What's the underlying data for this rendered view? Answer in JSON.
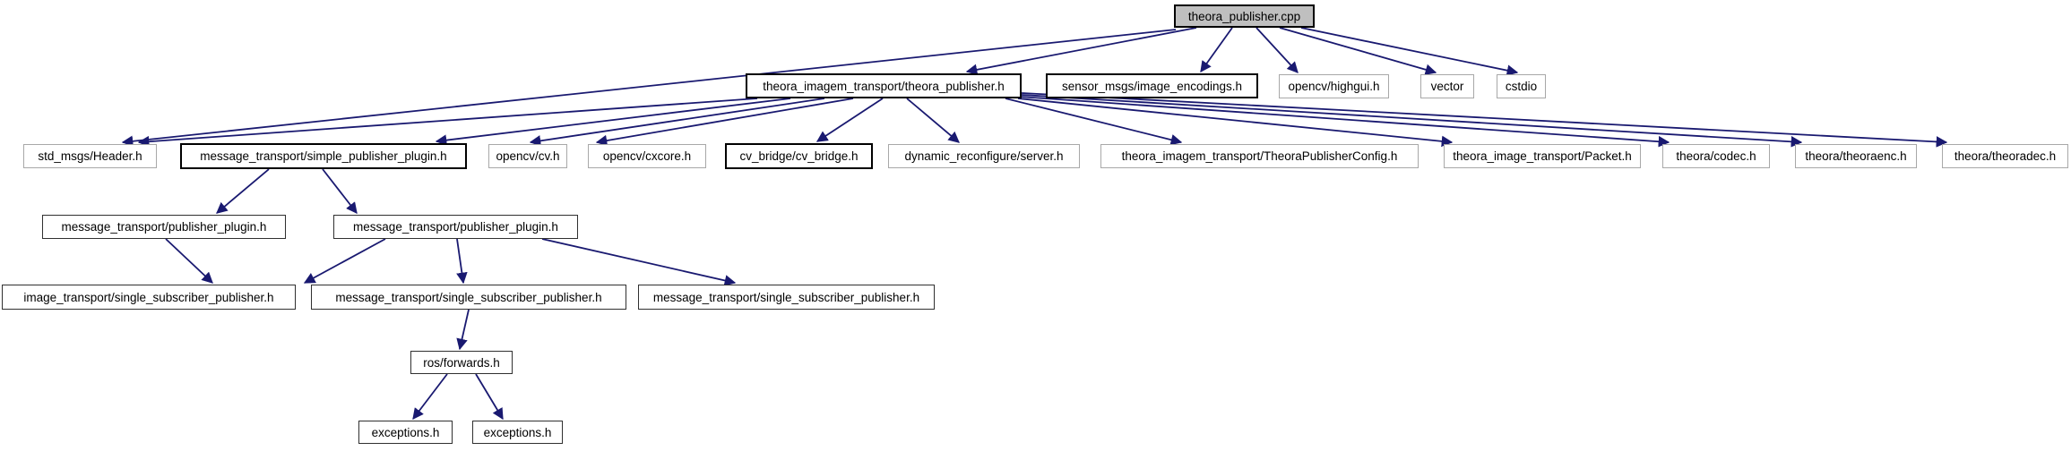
{
  "diagram": {
    "kind": "include-dependency-graph",
    "root_file": "theora_publisher.cpp",
    "colors": {
      "edge": "#191970",
      "root_fill": "#bfbfbf",
      "bold_border": "#000000",
      "plain_border": "#a8a8a8",
      "background": "#ffffff"
    },
    "nodes": [
      {
        "id": "cpp",
        "label": "theora_publisher.cpp"
      },
      {
        "id": "tpub_h",
        "label": "theora_imagem_transport/theora_publisher.h"
      },
      {
        "id": "img_enc",
        "label": "sensor_msgs/image_encodings.h"
      },
      {
        "id": "highgui",
        "label": "opencv/highgui.h"
      },
      {
        "id": "vector",
        "label": "vector"
      },
      {
        "id": "cstdio",
        "label": "cstdio"
      },
      {
        "id": "header_h",
        "label": "std_msgs/Header.h"
      },
      {
        "id": "simple_pub",
        "label": "message_transport/simple_publisher_plugin.h"
      },
      {
        "id": "cv_h",
        "label": "opencv/cv.h"
      },
      {
        "id": "cxcore",
        "label": "opencv/cxcore.h"
      },
      {
        "id": "cv_bridge",
        "label": "cv_bridge/cv_bridge.h"
      },
      {
        "id": "server",
        "label": "dynamic_reconfigure/server.h"
      },
      {
        "id": "config",
        "label": "theora_imagem_transport/TheoraPublisherConfig.h"
      },
      {
        "id": "packet",
        "label": "theora_image_transport/Packet.h"
      },
      {
        "id": "codec",
        "label": "theora/codec.h"
      },
      {
        "id": "theoraenc",
        "label": "theora/theoraenc.h"
      },
      {
        "id": "theoradec",
        "label": "theora/theoradec.h"
      },
      {
        "id": "pub_plugin_l",
        "label": "message_transport/publisher_plugin.h"
      },
      {
        "id": "pub_plugin_r",
        "label": "message_transport/publisher_plugin.h"
      },
      {
        "id": "img_ssp",
        "label": "image_transport/single_subscriber_publisher.h"
      },
      {
        "id": "msg_ssp",
        "label": "message_transport/single_subscriber_publisher.h"
      },
      {
        "id": "msg_ssp2",
        "label": "message_transport/single_subscriber_publisher.h"
      },
      {
        "id": "forwards",
        "label": "ros/forwards.h"
      },
      {
        "id": "exc1",
        "label": "exceptions.h"
      },
      {
        "id": "exc2",
        "label": "exceptions.h"
      }
    ],
    "edges": [
      {
        "from": "cpp",
        "to": "tpub_h"
      },
      {
        "from": "cpp",
        "to": "img_enc"
      },
      {
        "from": "cpp",
        "to": "highgui"
      },
      {
        "from": "cpp",
        "to": "vector"
      },
      {
        "from": "cpp",
        "to": "cstdio"
      },
      {
        "from": "cpp",
        "to": "header_h"
      },
      {
        "from": "tpub_h",
        "to": "header_h"
      },
      {
        "from": "tpub_h",
        "to": "simple_pub"
      },
      {
        "from": "tpub_h",
        "to": "cv_h"
      },
      {
        "from": "tpub_h",
        "to": "cxcore"
      },
      {
        "from": "tpub_h",
        "to": "cv_bridge"
      },
      {
        "from": "tpub_h",
        "to": "server"
      },
      {
        "from": "tpub_h",
        "to": "config"
      },
      {
        "from": "tpub_h",
        "to": "packet"
      },
      {
        "from": "tpub_h",
        "to": "codec"
      },
      {
        "from": "tpub_h",
        "to": "theoraenc"
      },
      {
        "from": "tpub_h",
        "to": "theoradec"
      },
      {
        "from": "simple_pub",
        "to": "pub_plugin_l"
      },
      {
        "from": "simple_pub",
        "to": "pub_plugin_r"
      },
      {
        "from": "pub_plugin_l",
        "to": "img_ssp"
      },
      {
        "from": "pub_plugin_r",
        "to": "img_ssp"
      },
      {
        "from": "pub_plugin_r",
        "to": "msg_ssp"
      },
      {
        "from": "pub_plugin_r",
        "to": "msg_ssp2"
      },
      {
        "from": "msg_ssp",
        "to": "forwards"
      },
      {
        "from": "forwards",
        "to": "exc1"
      },
      {
        "from": "forwards",
        "to": "exc2"
      }
    ]
  }
}
